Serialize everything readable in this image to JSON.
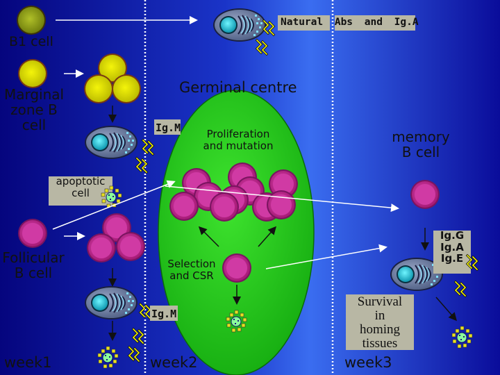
{
  "labels": {
    "b1_cell": "B1 cell",
    "marginal_zone_b_cell": "Marginal\nzone B\ncell",
    "apoptotic_cell": "apoptotic\ncell",
    "follicular_b_cell": "Follicular\nB cell",
    "natural_abs": "Natural Abs and Ig.A",
    "germinal_centre": "Germinal centre",
    "igm_top": "Ig.M",
    "proliferation": "Proliferation\nand mutation",
    "selection": "Selection\nand CSR",
    "igm_bottom": "Ig.M",
    "memory_b_cell": "memory\nB cell",
    "class_switched": "Ig.G\nIg.A\nIg.E",
    "survival": "Survival\nin\nhoming\ntissues",
    "week1": "week1",
    "week2": "week2",
    "week3": "week3"
  },
  "colors": {
    "background_dark": "#06068a",
    "background_light": "#3a6cf0",
    "germinal_centre": "#22c41a",
    "follicular_cell": "#b0187a",
    "marginal_cell": "#c8c800",
    "b1_cell": "#8a9a10",
    "plasma_nucleus": "#20c0d0",
    "label_box": "#b8b7a4"
  }
}
